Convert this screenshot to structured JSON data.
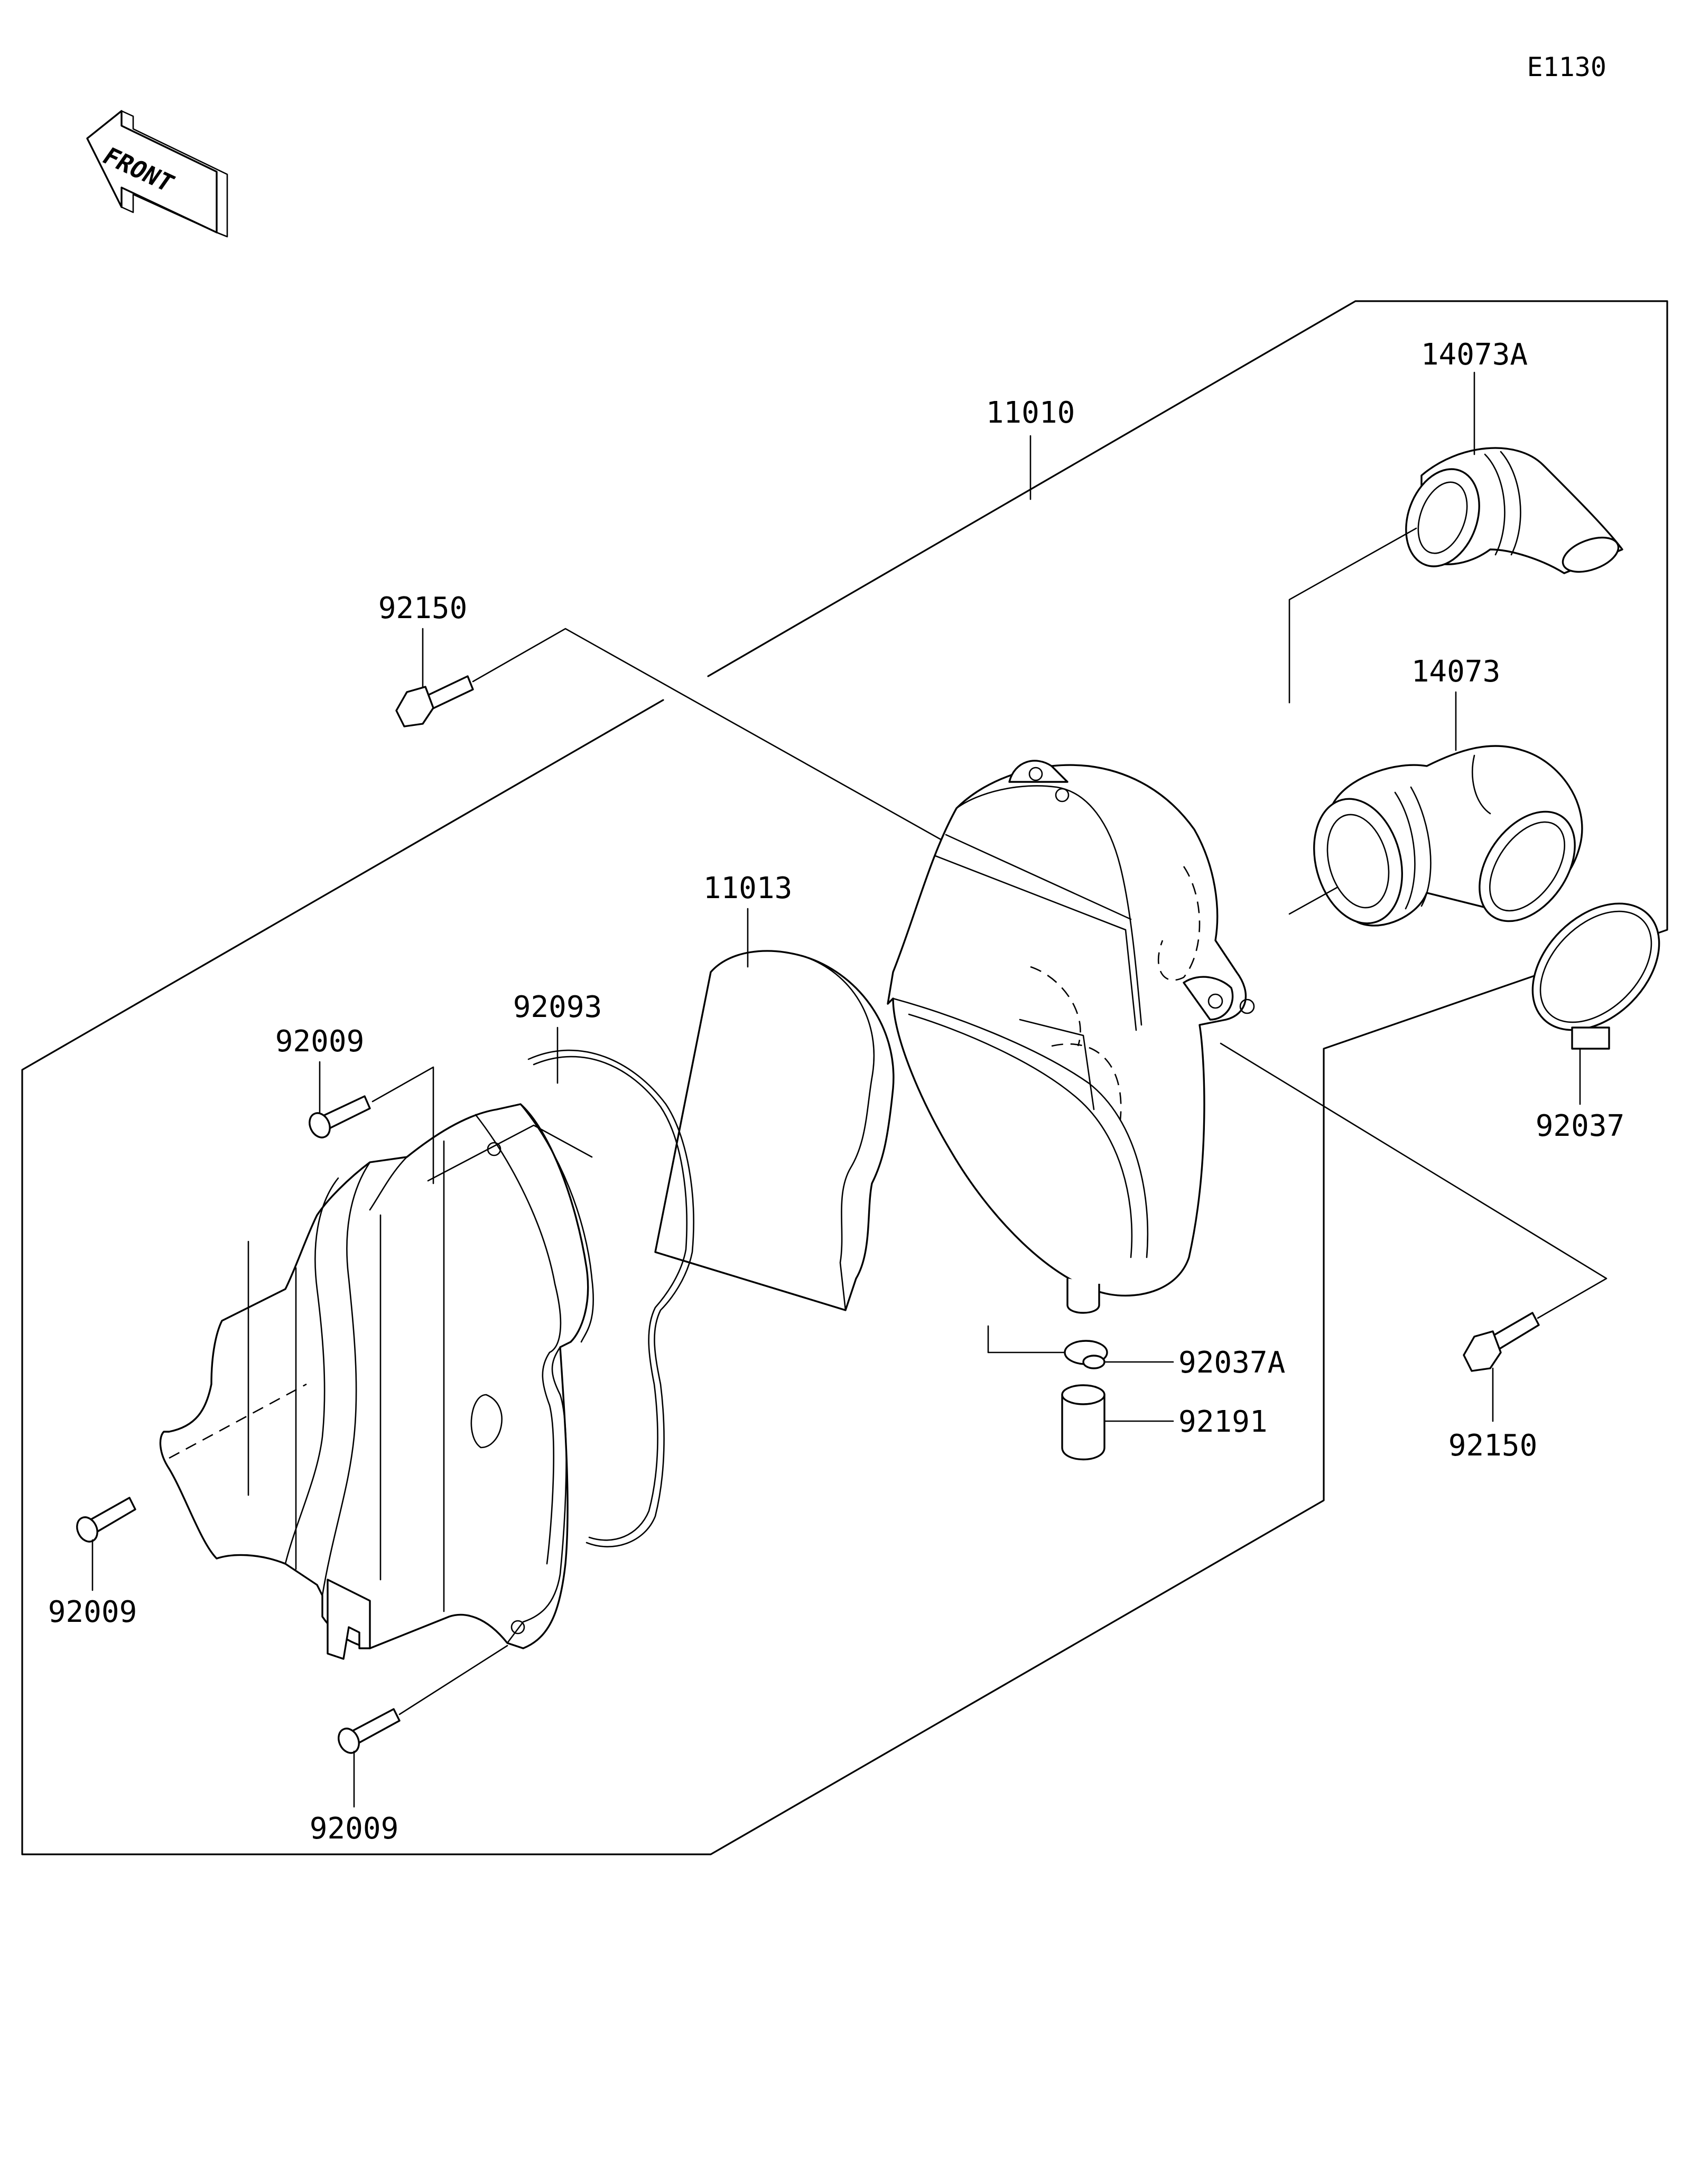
{
  "diagram_code": "E1130",
  "front_label": "FRONT",
  "parts": {
    "p11010": "11010",
    "p14073A": "14073A",
    "p14073": "14073",
    "p92150_top": "92150",
    "p92150_right": "92150",
    "p11013": "11013",
    "p92093": "92093",
    "p92009_upper": "92009",
    "p92009_left": "92009",
    "p92009_bottom": "92009",
    "p92037": "92037",
    "p92037A": "92037A",
    "p92191": "92191"
  }
}
